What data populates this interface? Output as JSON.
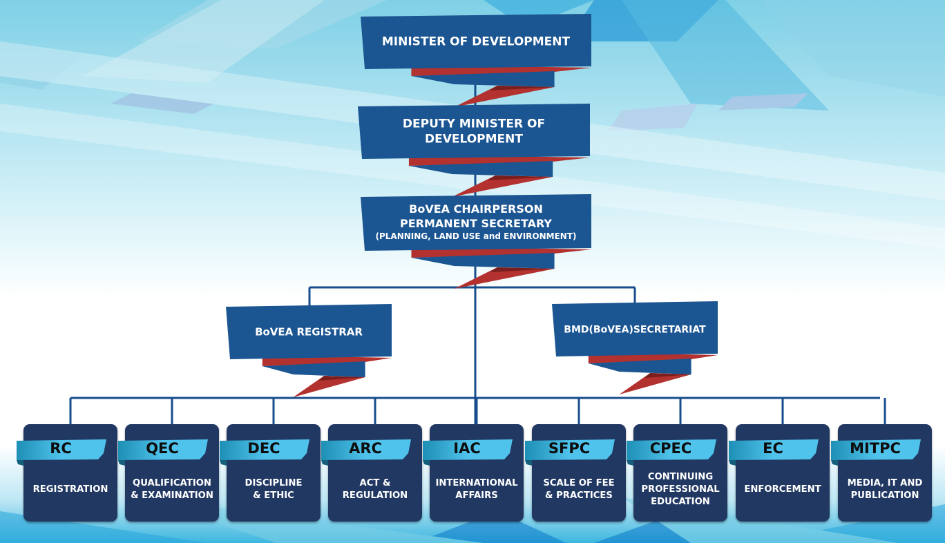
{
  "colors": {
    "ribbon_blue": "#1b5592",
    "ribbon_red": "#b3312e",
    "ribbon_red_dark": "#7a1f1e",
    "connector": "#174d8c",
    "card_bg": "#213863",
    "tab_light": "#4fc3ec",
    "tab_dark": "#1e8fb5"
  },
  "top_chain": [
    {
      "id": "minister",
      "lines": [
        "MINISTER OF DEVELOPMENT"
      ]
    },
    {
      "id": "deputy",
      "lines": [
        "DEPUTY MINISTER OF",
        "DEVELOPMENT"
      ]
    },
    {
      "id": "chair",
      "lines": [
        "BoVEA CHAIRPERSON",
        "PERMANENT SECRETARY"
      ],
      "subline": "(PLANNING, LAND USE and ENVIRONMENT)"
    }
  ],
  "branches": [
    {
      "id": "registrar",
      "label": "BoVEA REGISTRAR"
    },
    {
      "id": "secretariat",
      "label": "BMD(BoVEA)SECRETARIAT"
    }
  ],
  "committees": [
    {
      "code": "RC",
      "name": "REGISTRATION"
    },
    {
      "code": "QEC",
      "name": "QUALIFICATION\n& EXAMINATION"
    },
    {
      "code": "DEC",
      "name": "DISCIPLINE\n& ETHIC"
    },
    {
      "code": "ARC",
      "name": "ACT &\nREGULATION"
    },
    {
      "code": "IAC",
      "name": "INTERNATIONAL\nAFFAIRS"
    },
    {
      "code": "SFPC",
      "name": "SCALE OF FEE\n& PRACTICES"
    },
    {
      "code": "CPEC",
      "name": "CONTINUING\nPROFESSIONAL\nEDUCATION"
    },
    {
      "code": "EC",
      "name": "ENFORCEMENT"
    },
    {
      "code": "MITPC",
      "name": "MEDIA, IT AND\nPUBLICATION"
    }
  ]
}
